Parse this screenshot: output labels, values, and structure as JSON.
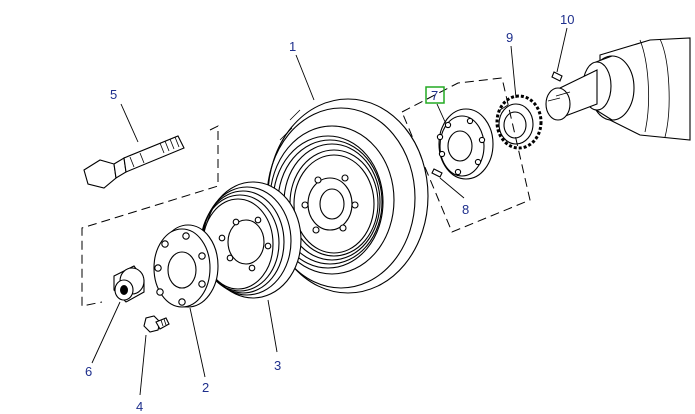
{
  "callouts": {
    "p1": "1",
    "p2": "2",
    "p3": "3",
    "p4": "4",
    "p5": "5",
    "p6": "6",
    "p7": "7",
    "p8": "8",
    "p9": "9",
    "p10": "10"
  },
  "highlighted_callout": "7",
  "colors": {
    "callout_text": "#1e2f8c",
    "highlight_box": "#22aa22",
    "line": "#000000"
  }
}
